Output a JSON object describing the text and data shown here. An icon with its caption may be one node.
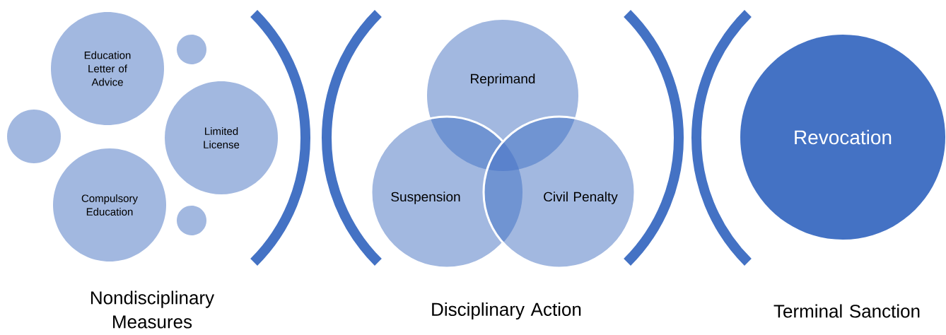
{
  "diagram": {
    "nodes": [
      {
        "text": [
          "Education Letter of Advice"
        ]
      },
      {
        "text": [],
        "shape": "circle"
      },
      {
        "text": [],
        "shape": "circle"
      },
      {
        "text": [
          "Limited License"
        ]
      },
      {
        "text": [
          "Compulsory Education"
        ]
      },
      {
        "text": [],
        "shape": "circle"
      },
      {
        "text": [
          "Reprimand"
        ]
      },
      {
        "text": [
          "Suspension"
        ]
      },
      {
        "text": [
          "Civil Penalty"
        ]
      },
      {
        "text": [
          "Revocation"
        ]
      }
    ],
    "labels": [
      "Nondisciplinary Measures",
      "Disciplinary Action",
      "Terminal Sanction"
    ]
  }
}
